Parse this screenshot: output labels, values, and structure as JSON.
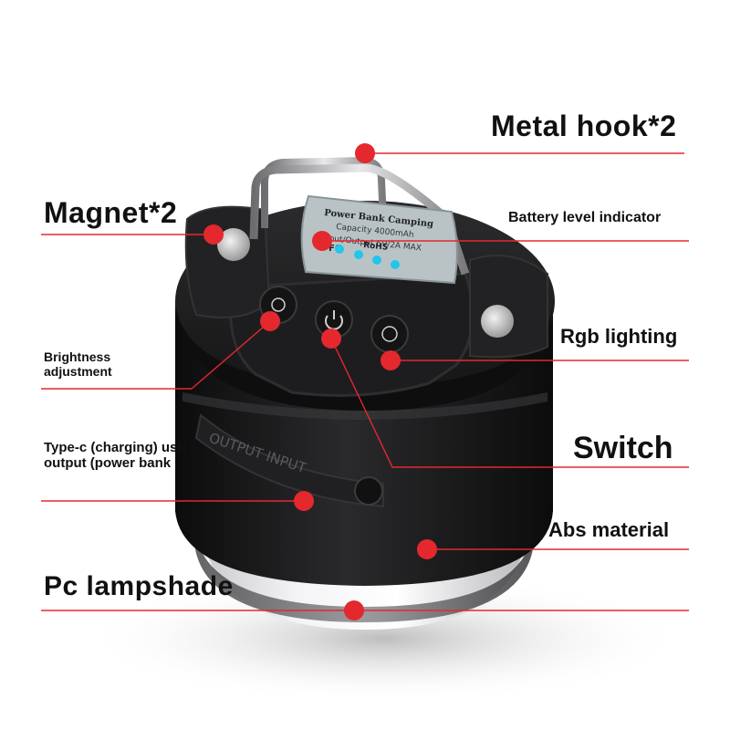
{
  "labels": {
    "metal_hook": "Metal hook*2",
    "magnet": "Magnet*2",
    "battery_indicator": "Battery level indicator",
    "rgb_lighting": "Rgb lighting",
    "brightness": "Brightness adjustment",
    "switch": "Switch",
    "typec": "Type-c (charging) usb output (power bank",
    "abs": "Abs material",
    "pc_lampshade": "Pc lampshade"
  },
  "panel": {
    "title": "Power Bank Camping",
    "capacity": "Capacity  4000mAh",
    "io": "Input/Output  5V/2A MAX",
    "cert_fc": "FC",
    "cert_rohs": "RoHS"
  },
  "body_text": "OUTPUT  INPUT",
  "colors": {
    "callout": "#e4282e",
    "body": "#1a1a1c",
    "panel": "#b9c3c6",
    "led": "#22c6e8"
  }
}
